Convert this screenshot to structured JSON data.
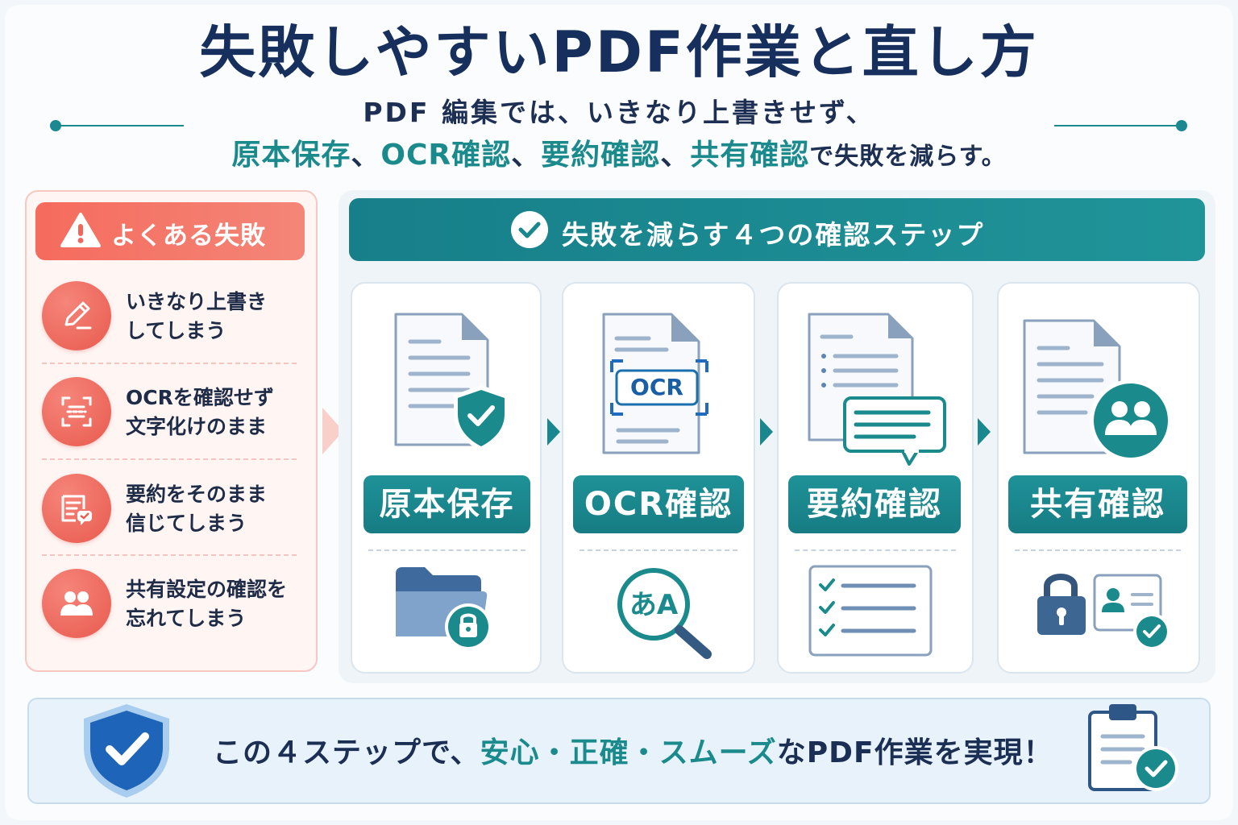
{
  "title": "失敗しやすいPDF作業と直し方",
  "subtitle": {
    "line1": "PDF 編集では、いきなり上書きせず、",
    "keywords": [
      "原本保存",
      "OCR確認",
      "要約確認",
      "共有確認"
    ],
    "separator": "、",
    "tail": "で失敗を減らす。"
  },
  "failures": {
    "heading": "よくある失敗",
    "items": [
      {
        "line1": "いきなり上書き",
        "line2": "してしまう",
        "icon": "pencil-icon"
      },
      {
        "line1": "OCRを確認せず",
        "line2": "文字化けのまま",
        "icon": "scan-icon"
      },
      {
        "line1": "要約をそのまま",
        "line2": "信じてしまう",
        "icon": "summary-chat-icon"
      },
      {
        "line1": "共有設定の確認を",
        "line2": "忘れてしまう",
        "icon": "users-icon"
      }
    ]
  },
  "steps": {
    "heading": "失敗を減らす４つの確認ステップ",
    "items": [
      {
        "label": "原本保存",
        "icon": "document-shield-icon",
        "sub_icon": "locked-folder-icon"
      },
      {
        "label": "OCR確認",
        "icon": "document-ocr-icon",
        "ocr_text": "OCR",
        "sub_icon": "text-magnifier-icon",
        "magnifier_text": "あA"
      },
      {
        "label": "要約確認",
        "icon": "document-chat-icon",
        "sub_icon": "checklist-icon"
      },
      {
        "label": "共有確認",
        "icon": "document-users-icon",
        "sub_icon": "lock-idcard-icon"
      }
    ]
  },
  "bottom": {
    "before": "この４ステップで、",
    "highlight": "安心・正確・スムーズ",
    "after": "なPDF作業を実現！"
  },
  "colors": {
    "navy": "#172f5c",
    "teal": "#1a8a8c",
    "coral": "#f56b5d",
    "light_blue_bg": "#e8f2fb"
  }
}
